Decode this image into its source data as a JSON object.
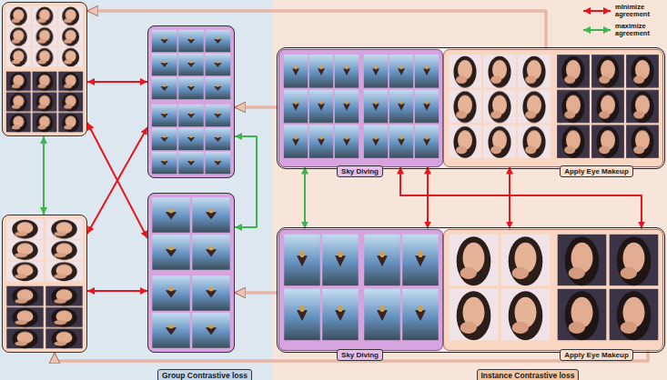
{
  "diagram": {
    "nodes": [
      {
        "text": [
          "Group Contrastive loss"
        ]
      },
      {
        "text": [
          "Instance Contrastive loss"
        ]
      },
      {
        "text": [],
        "in": 0
      },
      {
        "text": [],
        "in": 0
      },
      {
        "text": [],
        "in": 0
      },
      {
        "text": [],
        "in": 0
      },
      {
        "text": [],
        "in": 1
      },
      {
        "text": [
          "Sky Diving"
        ],
        "in": 6
      },
      {
        "text": [
          "Apply Eye Makeup"
        ],
        "in": 6
      },
      {
        "text": [],
        "in": 1
      },
      {
        "text": [
          "Sky Diving"
        ],
        "in": 9
      },
      {
        "text": [
          "Apply Eye Makeup"
        ],
        "in": 9
      }
    ],
    "edges": [
      {
        "from": 2,
        "to": 3,
        "arrow": "both"
      },
      {
        "from": 2,
        "to": 4,
        "arrow": "both"
      },
      {
        "from": 3,
        "to": 5,
        "arrow": "both"
      },
      {
        "from": 2,
        "to": 5,
        "arrow": "both"
      },
      {
        "from": 3,
        "to": 4,
        "arrow": "both"
      },
      {
        "from": 4,
        "to": 5,
        "arrow": "both"
      },
      {
        "from": 7,
        "to": 10,
        "arrow": "both"
      },
      {
        "from": 7,
        "to": 10,
        "arrow": "both"
      },
      {
        "from": 8,
        "to": 11,
        "arrow": "both"
      },
      {
        "from": 7,
        "to": 11,
        "arrow": "both"
      },
      {
        "from": 8,
        "to": 2,
        "arrow": "to"
      },
      {
        "from": 7,
        "to": 4,
        "arrow": "to"
      },
      {
        "from": 10,
        "to": 5,
        "arrow": "to"
      },
      {
        "from": 11,
        "to": 3,
        "arrow": "to"
      }
    ],
    "legend": [
      {
        "text": "mInimize agreement"
      },
      {
        "text": "maximize agreement"
      }
    ]
  }
}
